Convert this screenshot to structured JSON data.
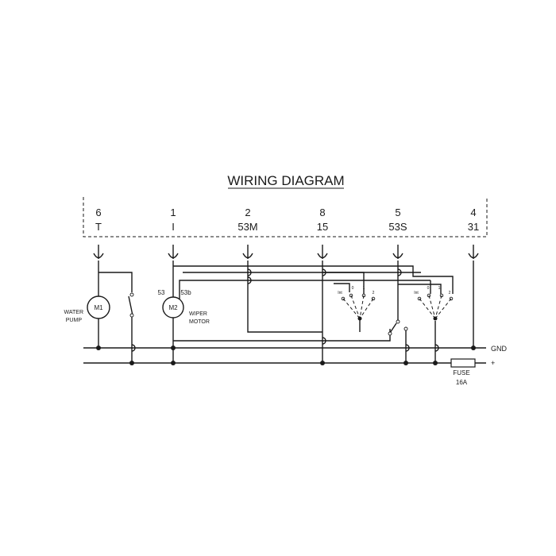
{
  "title": "WIRING DIAGRAM",
  "terminals": [
    {
      "number": "6",
      "code": "T"
    },
    {
      "number": "1",
      "code": "I"
    },
    {
      "number": "2",
      "code": "53M"
    },
    {
      "number": "8",
      "code": "15"
    },
    {
      "number": "5",
      "code": "53S"
    },
    {
      "number": "4",
      "code": "31"
    }
  ],
  "components": {
    "water_pump": {
      "id": "M1",
      "label_line1": "WATER",
      "label_line2": "PUMP"
    },
    "wiper_motor": {
      "id": "M2",
      "label_line1": "WIPER",
      "label_line2": "MOTOR",
      "pin_left": "53",
      "pin_right": "53b"
    },
    "switch_a": {
      "positions": [
        "Int",
        "0",
        "1",
        "2"
      ]
    },
    "switch_b": {
      "positions": [
        "Int",
        "0",
        "1",
        "2"
      ]
    }
  },
  "rails": {
    "gnd": "GND",
    "plus": "+"
  },
  "fuse": {
    "label": "FUSE",
    "rating": "16A"
  }
}
